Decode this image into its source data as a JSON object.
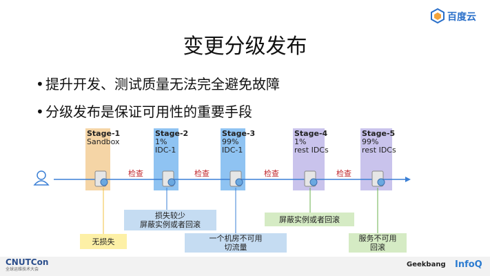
{
  "brand": {
    "logo_text": "百度云"
  },
  "title": "变更分级发布",
  "bullets": [
    "提升开发、测试质量无法完全避免故障",
    "分级发布是保证可用性的重要手段"
  ],
  "stages": [
    {
      "name": "Stage-1",
      "line1": "Sandbox",
      "line2": "",
      "color": "#f5d5a6"
    },
    {
      "name": "Stage-2",
      "line1": "1%",
      "line2": "IDC-1",
      "color": "#8fc3f2"
    },
    {
      "name": "Stage-3",
      "line1": "99%",
      "line2": "IDC-1",
      "color": "#8fc3f2"
    },
    {
      "name": "Stage-4",
      "line1": "1%",
      "line2": "rest IDCs",
      "color": "#c9c3ec"
    },
    {
      "name": "Stage-5",
      "line1": "99%",
      "line2": "rest IDCs",
      "color": "#c9c3ec"
    }
  ],
  "check_label": "检查",
  "outcomes": {
    "no_loss": "无损失",
    "small_loss_1": "损失较少",
    "small_loss_2": "屏蔽实例或者回滚",
    "room_down_1": "一个机房不可用",
    "room_down_2": "切流量",
    "block_rollback": "屏蔽实例或者回滚",
    "service_down_1": "服务不可用",
    "service_down_2": "回滚"
  },
  "footer": {
    "left_logo": "CNUTCon",
    "left_sub": "全球运维技术大会",
    "right_logo_1": "Geekbang",
    "right_logo_2": "InfoQ"
  },
  "colors": {
    "check": "#c0272d",
    "arrow": "#3a7fd5",
    "yellow_box": "#fdf0a6",
    "blue_box": "#c5dcf2",
    "green_box": "#d5ebc4"
  }
}
